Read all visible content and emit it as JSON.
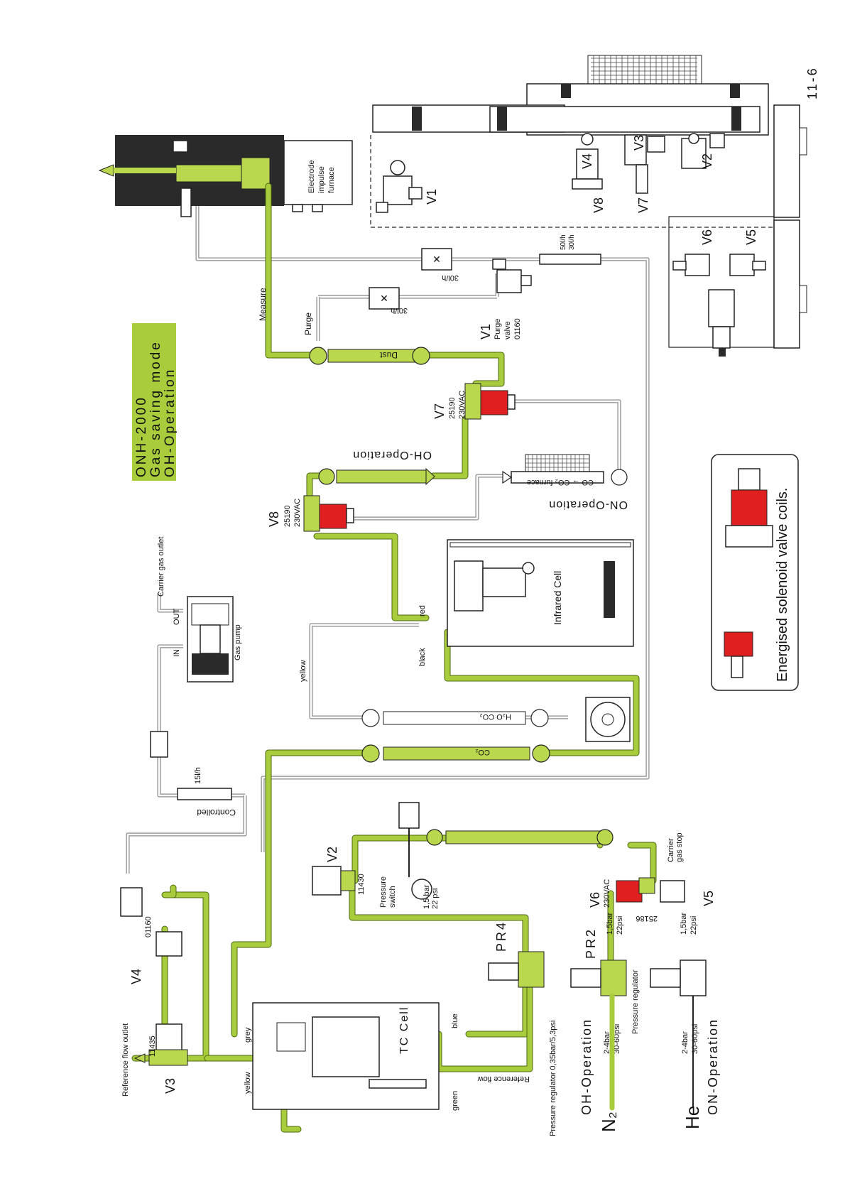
{
  "title": {
    "line1": "ONH-2000",
    "line2": "Gas saving mode",
    "line3": "OH-Operation"
  },
  "page_number": "11-6",
  "colors": {
    "pipe_green": "#a9cc3c",
    "coil_red": "#e02020",
    "title_bg": "#a9cc3c"
  },
  "labels": {
    "electrode_furnace": [
      "Electrode",
      "impulse",
      "furnace"
    ],
    "carrier_gas_outlet": "Carrier gas outlet",
    "gas_pump": "Gas pump",
    "pump_in": "IN",
    "pump_out": "OUT",
    "measure": "Measure",
    "purge": "Purge",
    "v1_label": "V1",
    "v1_desc": [
      "Purge",
      "valve",
      "01160"
    ],
    "flow_30lh_a": "30l/h",
    "flow_30lh_b": "30l/h",
    "flowmeter_top": [
      "50l/h",
      "30l/h"
    ],
    "dust": "Dust",
    "v7_label": "V7",
    "v7_desc": [
      "25190",
      "230VAC"
    ],
    "oh_operation_top": "OH-Operation",
    "on_operation_mid": "ON-Operation",
    "co_furnace": "CO → CO₂ furnace",
    "v8_label": "V8",
    "v8_desc": [
      "25190",
      "230VAC"
    ],
    "infrared_cell": "Infrared Cell",
    "red": "red",
    "black": "black",
    "yellow_wire": "yellow",
    "h2o_co2_tube": "H₂O  CO₂",
    "co2_tube": "CO₂",
    "flow_15lh": "15l/h",
    "controlled": "Controlled",
    "v2_label": "V2",
    "v2_code": "11430",
    "pressure_switch": [
      "Pressure",
      "switch"
    ],
    "pressure_values": [
      "1,5 bar",
      "22 psi"
    ],
    "v6_label": "V6",
    "v6_desc": "230VAC",
    "v6_code": "25186",
    "carrier_gas_stop": [
      "Carrier",
      "gas stop"
    ],
    "v5_label": "V5",
    "v4_label": "V4",
    "v4_code": "01160",
    "v3_label": "V3",
    "v3_code": "11435",
    "reference_flow_outlet": "Reference flow outlet",
    "tc_cell": "TC Cell",
    "grey": "grey",
    "yellow": "yellow",
    "green": "green",
    "blue": "blue",
    "reference_flow": "Reference flow",
    "pr4_label": "PR4",
    "pr4_desc": "Pressure regulator 0,35bar/5,3psi",
    "pr2_label": "PR2",
    "pr2_desc": [
      "1,5bar",
      "22psi"
    ],
    "pressure_regulator": "Pressure regulator",
    "n2_pressure": [
      "2-4bar",
      "30-60psi"
    ],
    "he_pressure": [
      "2-4bar",
      "30-60psi"
    ],
    "he_reg": [
      "1,5bar",
      "22psi"
    ],
    "oh_operation_bottom": "OH-Operation",
    "on_operation_bottom": "ON-Operation",
    "n2": "N₂",
    "he": "He",
    "v8_top": "V8",
    "v7_top": "V7",
    "v4_top": "V4",
    "v3_top": "V3",
    "v2_top": "V2",
    "v6_top": "V6",
    "v5_top": "V5",
    "v1_top": "V1",
    "legend": "Energised solenoid valve coils."
  }
}
